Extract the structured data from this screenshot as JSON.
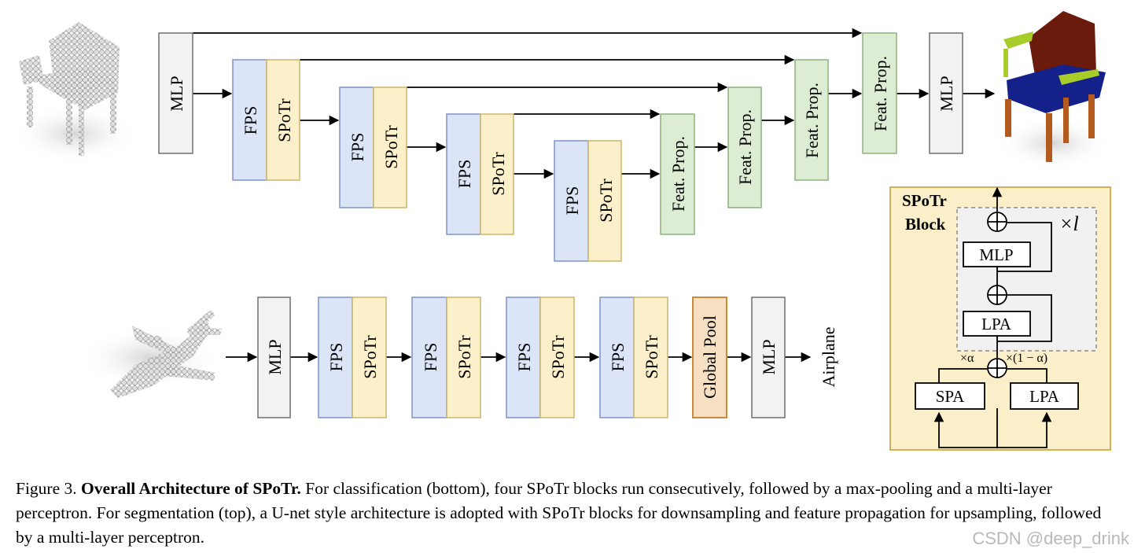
{
  "labels": {
    "mlp": "MLP",
    "fps": "FPS",
    "spotr": "SPoTr",
    "feat_prop": "Feat. Prop.",
    "global_pool": "Global Pool",
    "airplane": "Airplane"
  },
  "block": {
    "title_line1": "SPoTr",
    "title_line2": "Block",
    "times_l": "×l",
    "mlp": "MLP",
    "lpa": "LPA",
    "spa": "SPA",
    "lpa2": "LPA",
    "alpha": "×α",
    "one_minus_alpha": "×(1 − α)"
  },
  "caption": {
    "figure": "Figure 3.",
    "title": "Overall Architecture of SPoTr.",
    "body": "For classification (bottom), four SPoTr blocks run consecutively, followed by a max-pooling and a multi-layer perceptron. For segmentation (top), a U-net style architecture is adopted with SPoTr blocks for downsampling and feature propagation for upsampling, followed by a multi-layer perceptron."
  },
  "watermark": "CSDN @deep_drink",
  "colors": {
    "fps_fill": "#dce4f7",
    "fps_stroke": "#7f93c4",
    "spotr_fill": "#fbf0c9",
    "spotr_stroke": "#cdb56a",
    "feat_fill": "#dcedd3",
    "feat_stroke": "#8fb07d",
    "mlp_fill": "#f2f2f2",
    "mlp_stroke": "#6f6f6f",
    "pool_fill": "#f7dfc2",
    "pool_stroke": "#c98a3e",
    "block_fill": "#faefc8",
    "block_stroke": "#d2b15c",
    "inner_fill": "#f1f1f1",
    "chair_back": "#6b1b0c",
    "chair_seat": "#14218a",
    "chair_arm": "#a8cc2a",
    "chair_leg": "#b35a1e"
  }
}
